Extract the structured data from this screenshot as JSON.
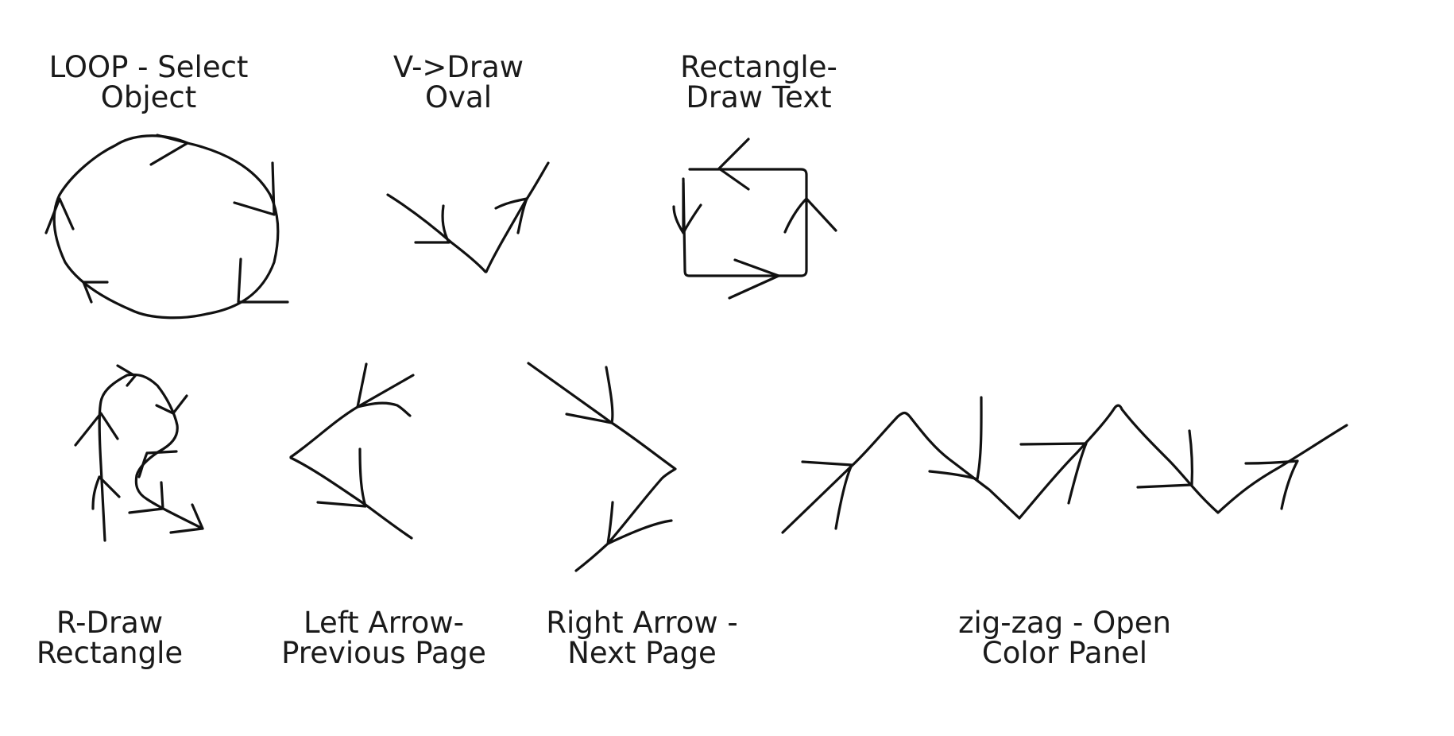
{
  "gestures": [
    {
      "id": "loop",
      "line1": "LOOP - Select",
      "line2": "Object"
    },
    {
      "id": "v",
      "line1": "V->Draw",
      "line2": "Oval"
    },
    {
      "id": "rectangle",
      "line1": "Rectangle-",
      "line2": "Draw Text"
    },
    {
      "id": "r",
      "line1": "R-Draw",
      "line2": "Rectangle"
    },
    {
      "id": "left-arrow",
      "line1": "Left Arrow-",
      "line2": "Previous Page"
    },
    {
      "id": "right-arrow",
      "line1": "Right Arrow -",
      "line2": "Next Page"
    },
    {
      "id": "zig-zag",
      "line1": "zig-zag - Open",
      "line2": "Color Panel"
    }
  ],
  "colors": {
    "stroke": "#111111",
    "background": "#ffffff"
  }
}
